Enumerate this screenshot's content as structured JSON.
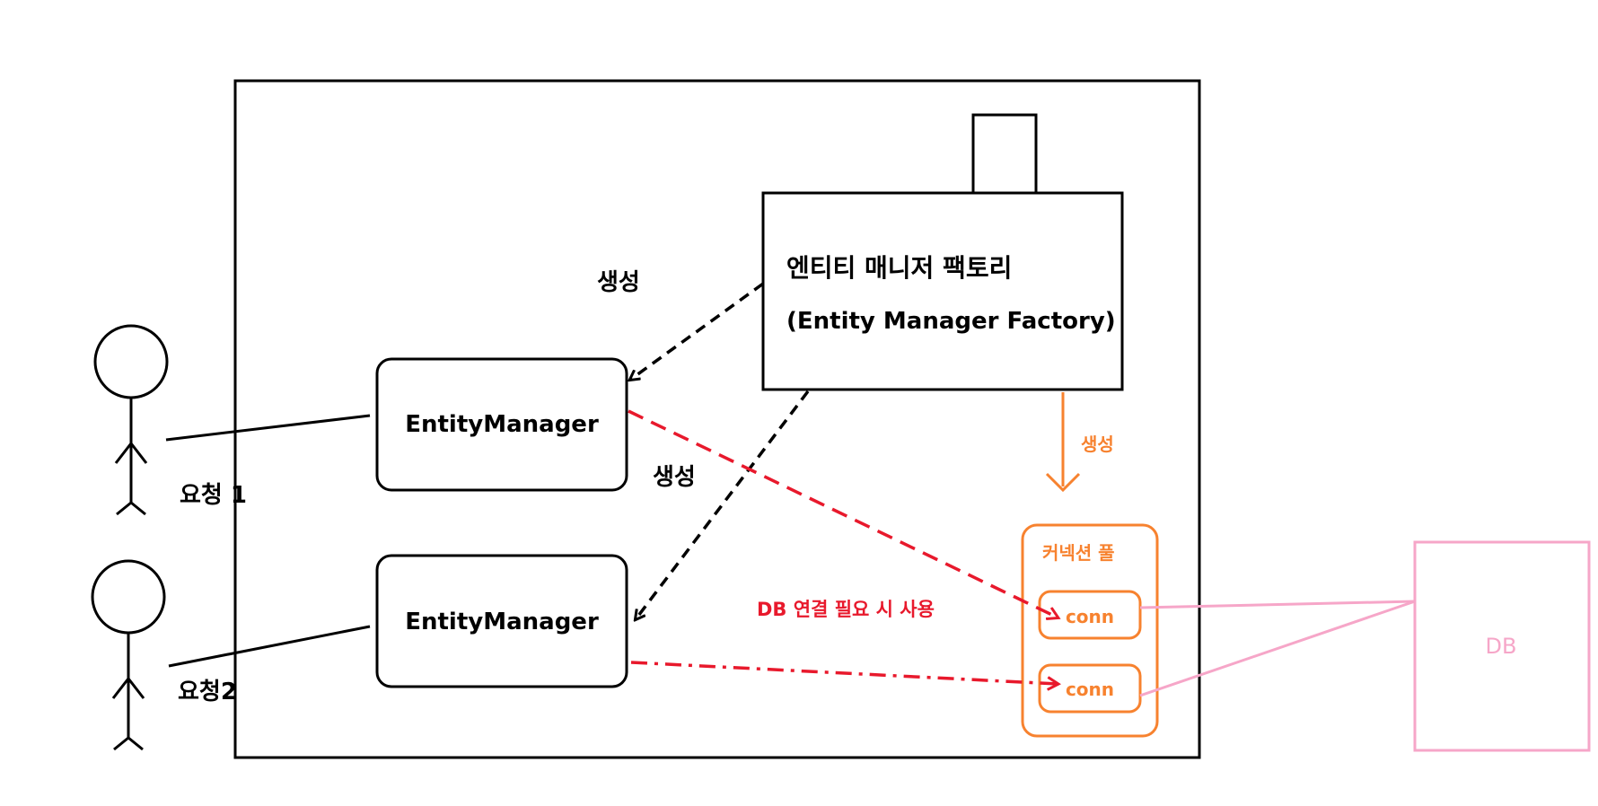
{
  "factory": {
    "title": "엔티티 매니저 팩토리",
    "subtitle": "(Entity Manager Factory)"
  },
  "entity_managers": [
    {
      "label": "EntityManager"
    },
    {
      "label": "EntityManager"
    }
  ],
  "requests": [
    {
      "label": "요청 1"
    },
    {
      "label": "요청2"
    }
  ],
  "arrows": {
    "create_top": "생성",
    "create_bottom": "생성",
    "create_pool": "생성",
    "db_usage": "DB 연결 필요 시 사용"
  },
  "connection_pool": {
    "title": "커넥션 풀",
    "connections": [
      {
        "label": "conn"
      },
      {
        "label": "conn"
      }
    ]
  },
  "db": {
    "label": "DB"
  },
  "colors": {
    "stroke": "#000000",
    "red": "#e8192c",
    "orange": "#f7822f",
    "pink": "#f6a6c8"
  }
}
